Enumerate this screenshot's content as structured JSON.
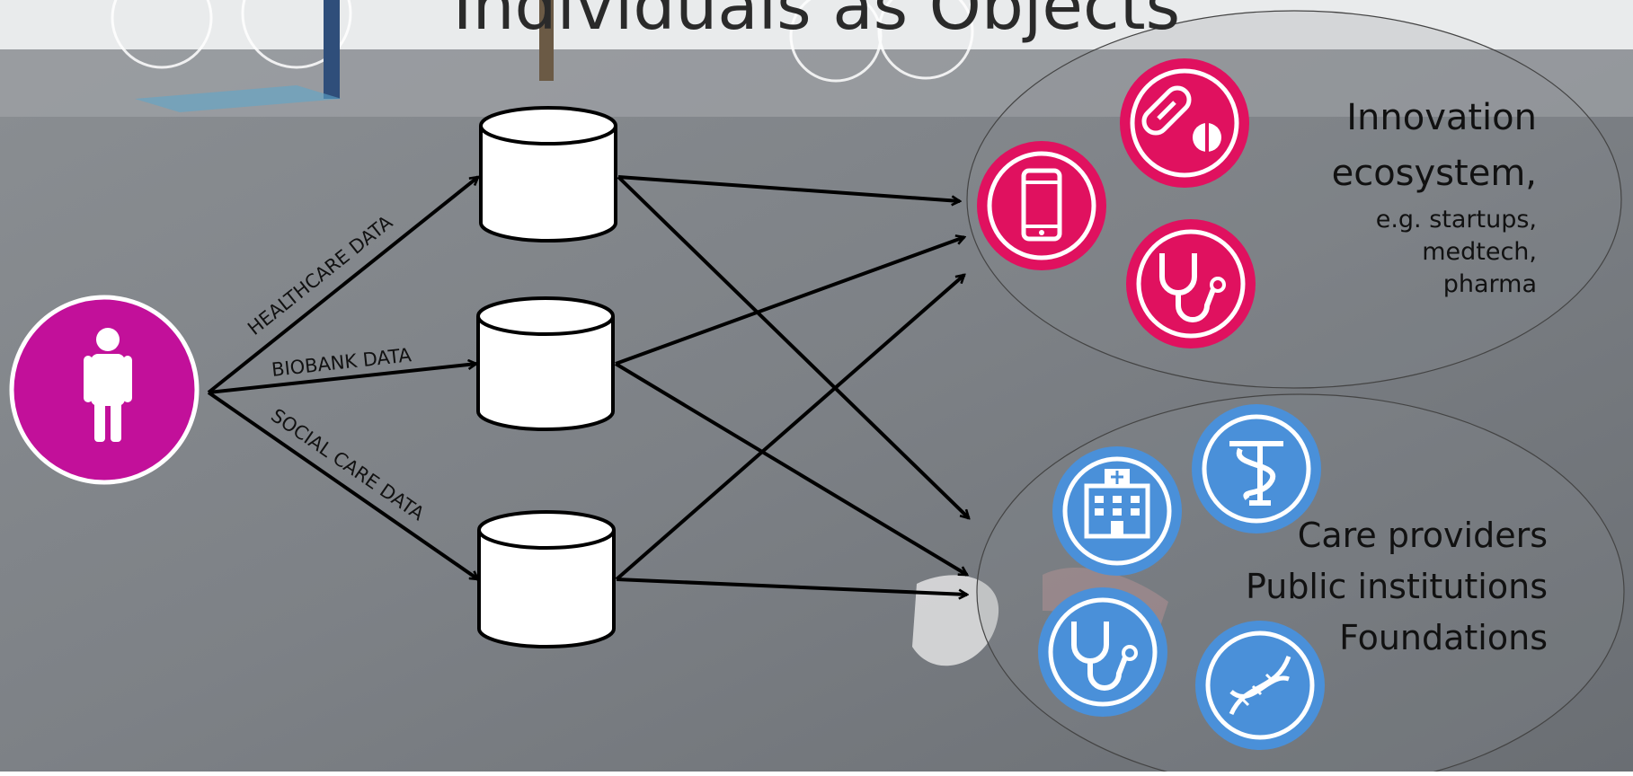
{
  "title": "Individuals as Objects",
  "individual": {
    "icon": "person-icon"
  },
  "data_sources": [
    {
      "label": "HEALTHCARE DATA"
    },
    {
      "label": "BIOBANK DATA"
    },
    {
      "label": "SOCIAL CARE DATA"
    }
  ],
  "groups": {
    "innovation": {
      "title_lines": [
        "Innovation",
        "ecosystem,"
      ],
      "sub_lines": [
        "e.g. startups,",
        "medtech,",
        "pharma"
      ],
      "icons": [
        "smartphone-icon",
        "pills-icon",
        "stethoscope-icon"
      ],
      "color": "#E0115F"
    },
    "care": {
      "lines": [
        "Care providers",
        "Public institutions",
        "Foundations"
      ],
      "icons": [
        "hospital-icon",
        "pharmacy-icon",
        "stethoscope-icon",
        "dna-icon"
      ],
      "color": "#4A90D9"
    }
  },
  "colors": {
    "person": "#C2109A",
    "innovation": "#E0115F",
    "care": "#4A90D9"
  }
}
